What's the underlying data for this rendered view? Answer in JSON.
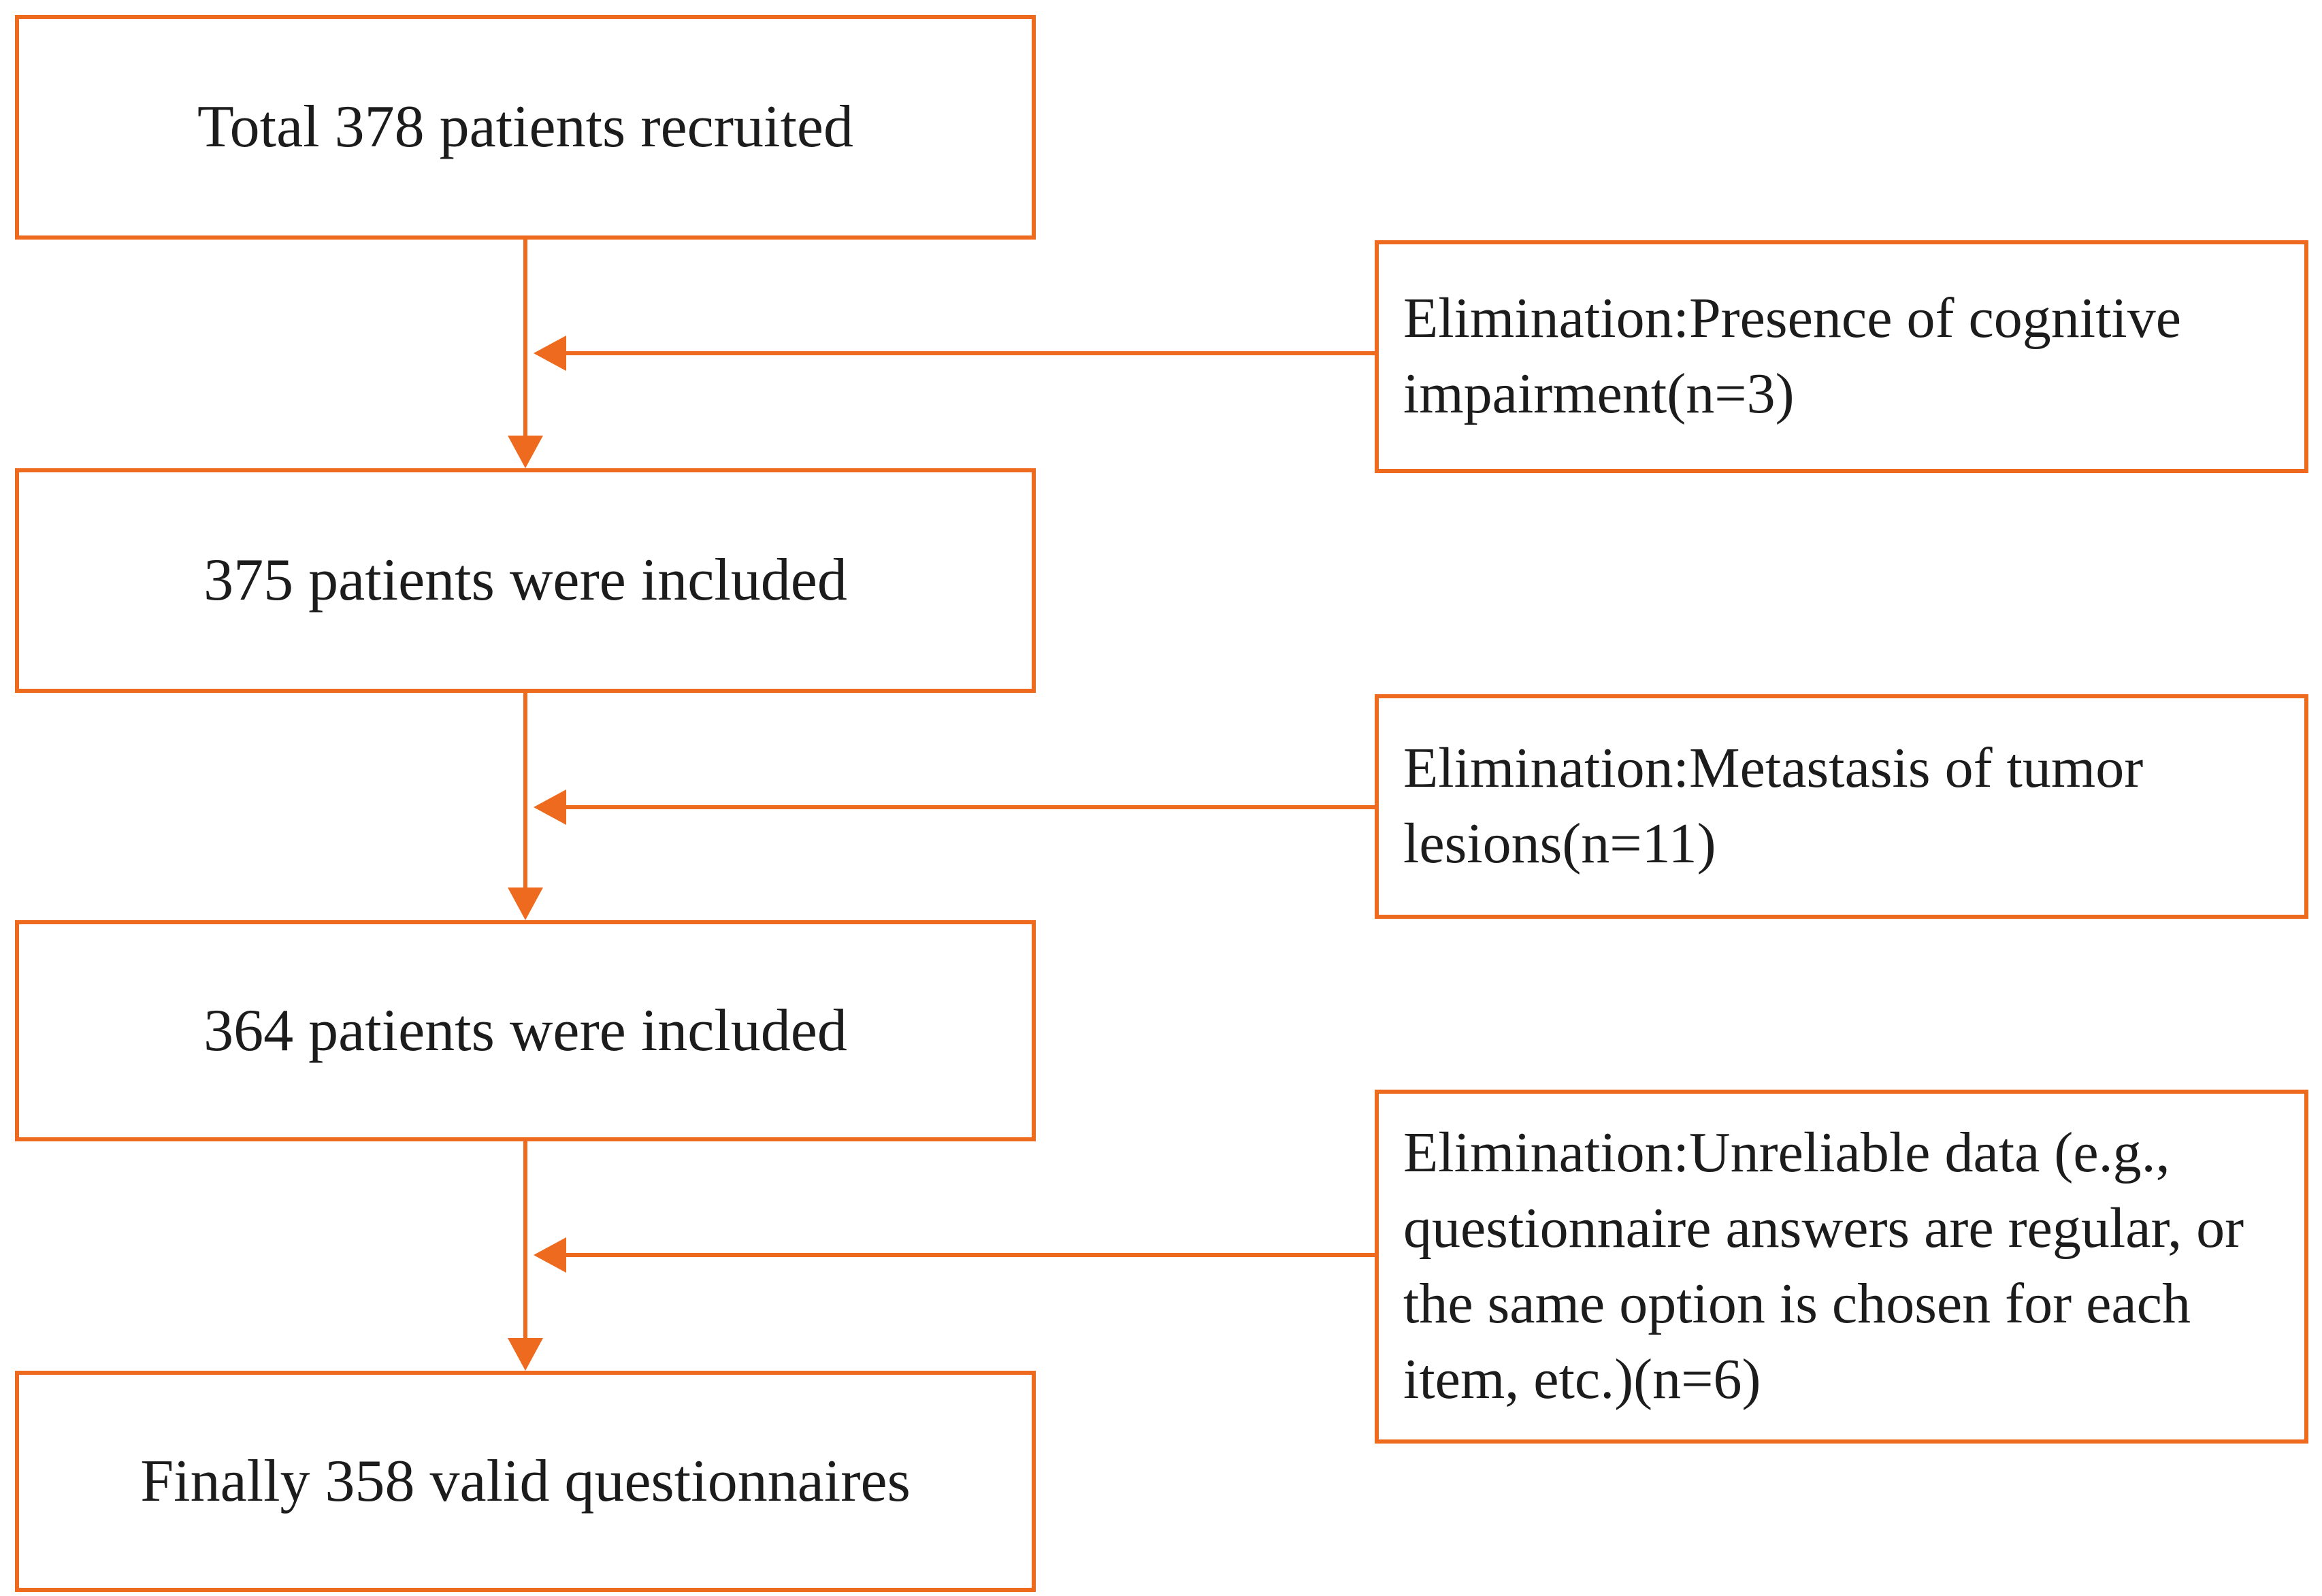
{
  "flowchart": {
    "accent_color": "#ED6A1E",
    "nodes": [
      {
        "label": "Total 378 patients recruited"
      },
      {
        "label": "375 patients were included"
      },
      {
        "label": "364 patients were included"
      },
      {
        "label": "Finally 358 valid questionnaires"
      }
    ],
    "eliminations": [
      {
        "label": "Elimination:Presence of cognitive impairment(n=3)"
      },
      {
        "label": "Elimination:Metastasis of tumor lesions(n=11)"
      },
      {
        "label": "Elimination:Unreliable data (e.g., questionnaire answers are regular, or the same option is chosen for each item, etc.)(n=6)"
      }
    ]
  }
}
